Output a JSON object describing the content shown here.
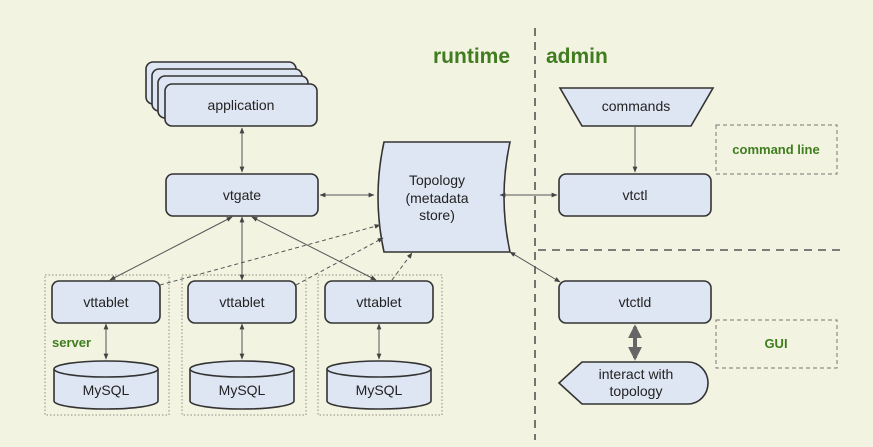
{
  "headings": {
    "runtime": "runtime",
    "admin": "admin"
  },
  "nodes": {
    "application": "application",
    "vtgate": "vtgate",
    "topology": [
      "Topology",
      "(metadata",
      "store)"
    ],
    "vttablet": "vttablet",
    "mysql": "MySQL",
    "commands": "commands",
    "vtctl": "vtctl",
    "vtctld": "vtctld",
    "interact": [
      "interact with",
      "topology"
    ]
  },
  "labels": {
    "server": "server",
    "command_line": "command line",
    "gui": "GUI"
  },
  "colors": {
    "background": "#f3f3e2",
    "node_fill": "#dfe6f3",
    "label_green": "#3f7d1e"
  }
}
